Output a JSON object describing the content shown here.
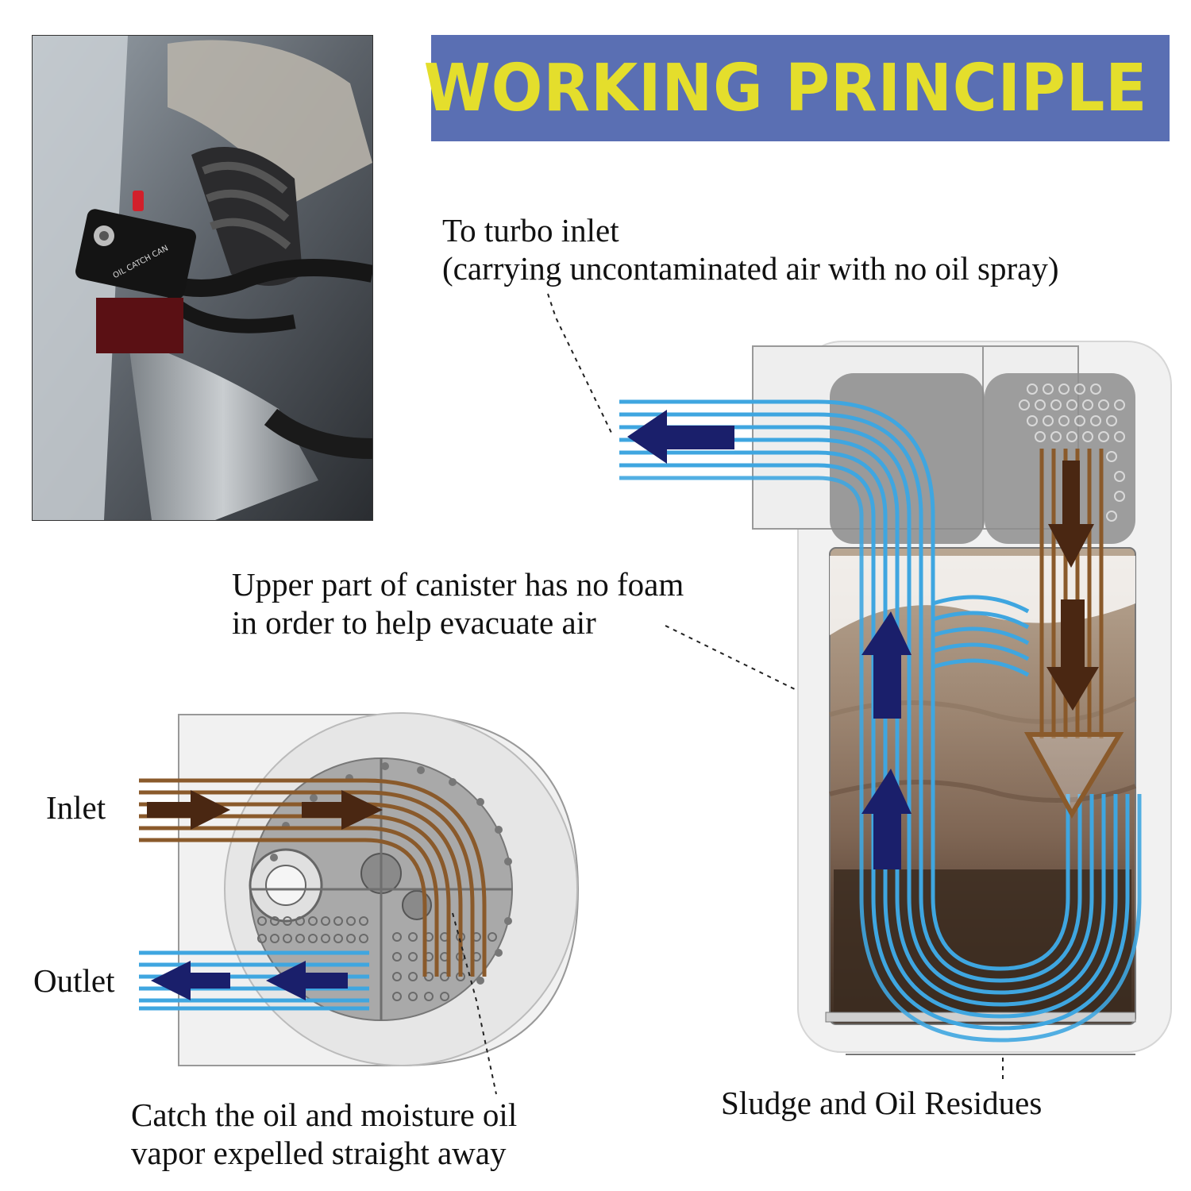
{
  "header": {
    "title": "WORKING PRINCIPLE"
  },
  "photo": {
    "badge_text": "OIL CATCH CAN"
  },
  "labels": {
    "turbo_line1": "To turbo inlet",
    "turbo_line2": "(carrying uncontaminated air with no oil spray)",
    "upper_line1": "Upper part of canister has no foam",
    "upper_line2": "in order to help evacuate air",
    "inlet": "Inlet",
    "outlet": "Outlet",
    "catch_line1": "Catch the oil and moisture oil",
    "catch_line2": "vapor expelled straight away",
    "sludge": "Sludge and Oil Residues"
  },
  "colors": {
    "banner_bg": "#5a6fb3",
    "banner_text": "#e4de2c",
    "air_flow": "#3fa6e0",
    "oil_flow": "#8a5a2b",
    "arrow_air": "#1a1f6b",
    "arrow_oil": "#4a2712"
  }
}
